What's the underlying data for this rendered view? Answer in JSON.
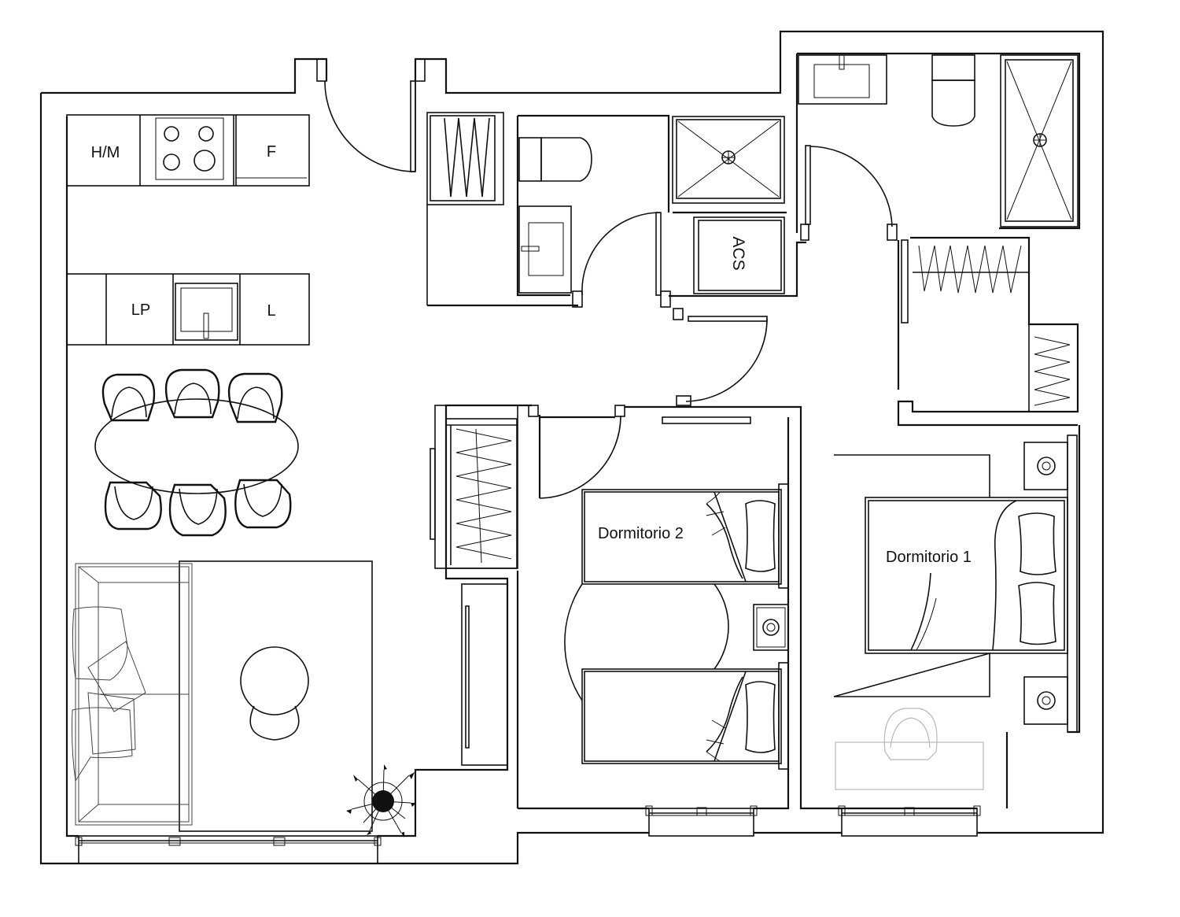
{
  "labels": {
    "microwave_oven": "H/M",
    "fridge": "F",
    "dishwasher": "LP",
    "washer": "L",
    "water_heater": "ACS",
    "bedroom_2": "Dormitorio 2",
    "bedroom_1": "Dormitorio 1"
  }
}
